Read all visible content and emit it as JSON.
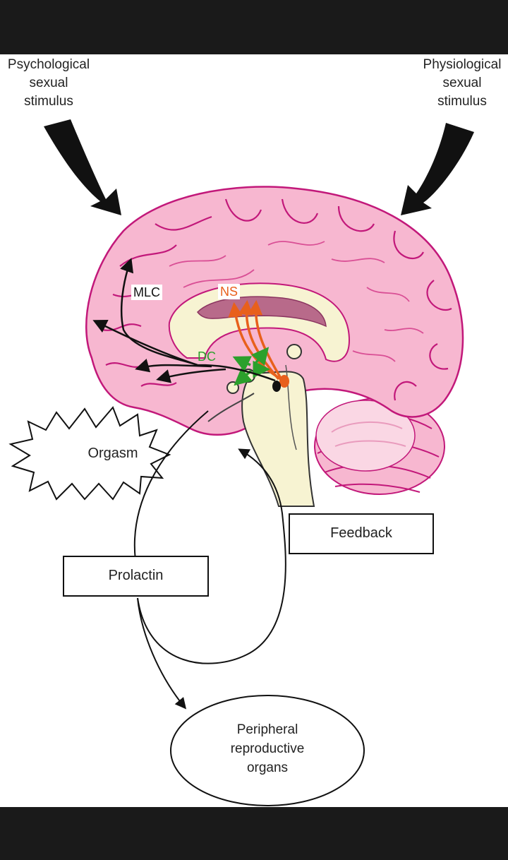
{
  "stimulus": {
    "psychological": [
      "Psychological",
      "sexual",
      "stimulus"
    ],
    "physiological": [
      "Physiological",
      "sexual",
      "stimulus"
    ]
  },
  "brain": {
    "regions": {
      "mlc": "MLC",
      "ns": "NS",
      "dc": "DC"
    }
  },
  "labels": {
    "orgasm": "Orgasm",
    "feedback": "Feedback",
    "prolactin": "Prolactin",
    "peripheral": [
      "Peripheral",
      "reproductive",
      "organs"
    ]
  },
  "colors": {
    "brain_fill": "#f7b7d0",
    "brain_outline": "#c2187a",
    "ns_pathway": "#e8601c",
    "dc_pathway": "#2ca02c",
    "stem_fill": "#f7f3d2"
  }
}
